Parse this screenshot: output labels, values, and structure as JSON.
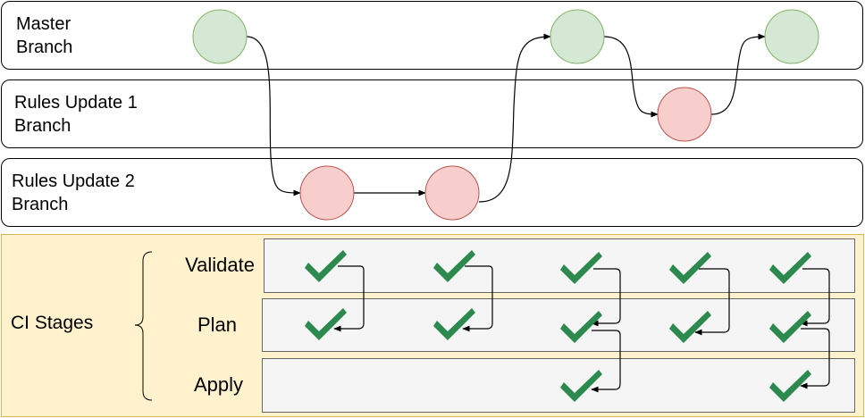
{
  "branches": [
    {
      "label": "Master\nBranch"
    },
    {
      "label": "Rules Update 1\nBranch"
    },
    {
      "label": "Rules Update 2\nBranch"
    }
  ],
  "ci": {
    "title": "CI Stages",
    "stages": [
      "Validate",
      "Plan",
      "Apply"
    ]
  },
  "colors": {
    "commit_green_fill": "#d5e8d4",
    "commit_green_stroke": "#82b366",
    "commit_red_fill": "#f8cecc",
    "commit_red_stroke": "#b85450",
    "check": "#2d8a4e",
    "ci_background": "#fff2cc"
  }
}
